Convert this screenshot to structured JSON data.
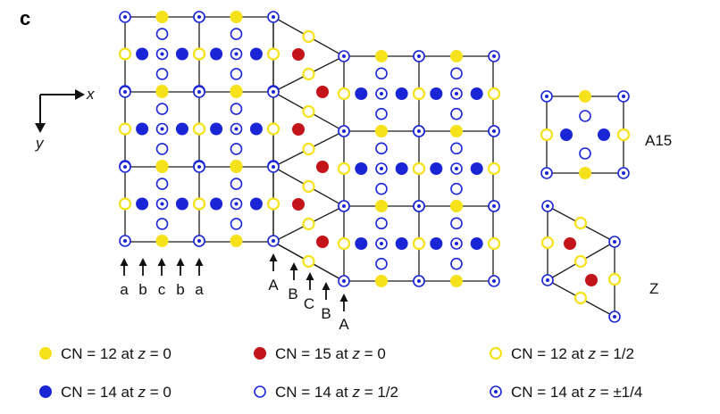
{
  "panel_label": "c",
  "axes": {
    "x": "x",
    "y": "y"
  },
  "colors": {
    "yellow": "#f5e21a",
    "blue": "#1a26d6",
    "red": "#c3141a",
    "line": "#1c1c1c",
    "text": "#111111"
  },
  "layer_labels": {
    "left": [
      "a",
      "b",
      "c",
      "b",
      "a"
    ],
    "middle": [
      "A",
      "B",
      "C",
      "B",
      "A"
    ]
  },
  "side_labels": {
    "a15": "A15",
    "z": "Z"
  },
  "legend": [
    {
      "marker": "yellow-filled",
      "text": "CN = 12 at ",
      "var": "z",
      "val": " = 0"
    },
    {
      "marker": "red-filled",
      "text": "CN = 15 at ",
      "var": "z",
      "val": " = 0"
    },
    {
      "marker": "yellow-open",
      "text": "CN = 12 at ",
      "var": "z",
      "val": " = 1/2"
    },
    {
      "marker": "blue-filled",
      "text": "CN = 14 at ",
      "var": "z",
      "val": " = 0"
    },
    {
      "marker": "blue-open",
      "text": "CN = 14 at ",
      "var": "z",
      "val": " = 1/2"
    },
    {
      "marker": "blue-dot",
      "text": "CN = 14 at ",
      "var": "z",
      "val": " = ±1/4"
    }
  ]
}
